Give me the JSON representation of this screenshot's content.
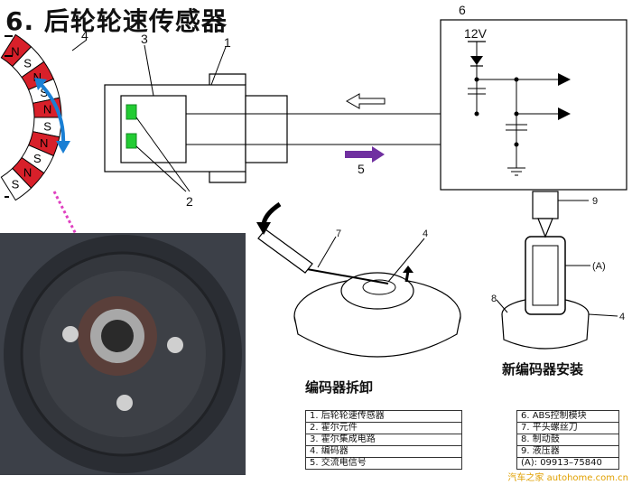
{
  "title": "6. 后轮轮速传感器",
  "voltage": "12V",
  "ring_poles": [
    "N",
    "S",
    "N",
    "S",
    "N",
    "S",
    "N",
    "S",
    "N",
    "S"
  ],
  "callouts": {
    "c1": "1",
    "c2": "2",
    "c3": "3",
    "c4": "4",
    "c5": "5",
    "c6": "6",
    "c7": "7",
    "c8": "8",
    "c9": "9",
    "c4b": "4",
    "cA": "(A)"
  },
  "captions": {
    "removal": "编码器拆卸",
    "install": "新编码器安装"
  },
  "legend_left": [
    "1. 后轮轮速传感器",
    "2. 霍尔元件",
    "3. 霍尔集成电路",
    "4. 编码器",
    "5. 交流电信号"
  ],
  "legend_right": [
    "6. ABS控制模块",
    "7. 平头螺丝刀",
    "8. 制动鼓",
    "9. 液压器",
    "(A): 09913–75840"
  ],
  "watermark": "汽车之家 autohome.com.cn",
  "colors": {
    "pole_n": "#d8202a",
    "arrow_blue": "#1a7fd4",
    "arrow_purple": "#7030a0",
    "hall": "#22cc33"
  }
}
